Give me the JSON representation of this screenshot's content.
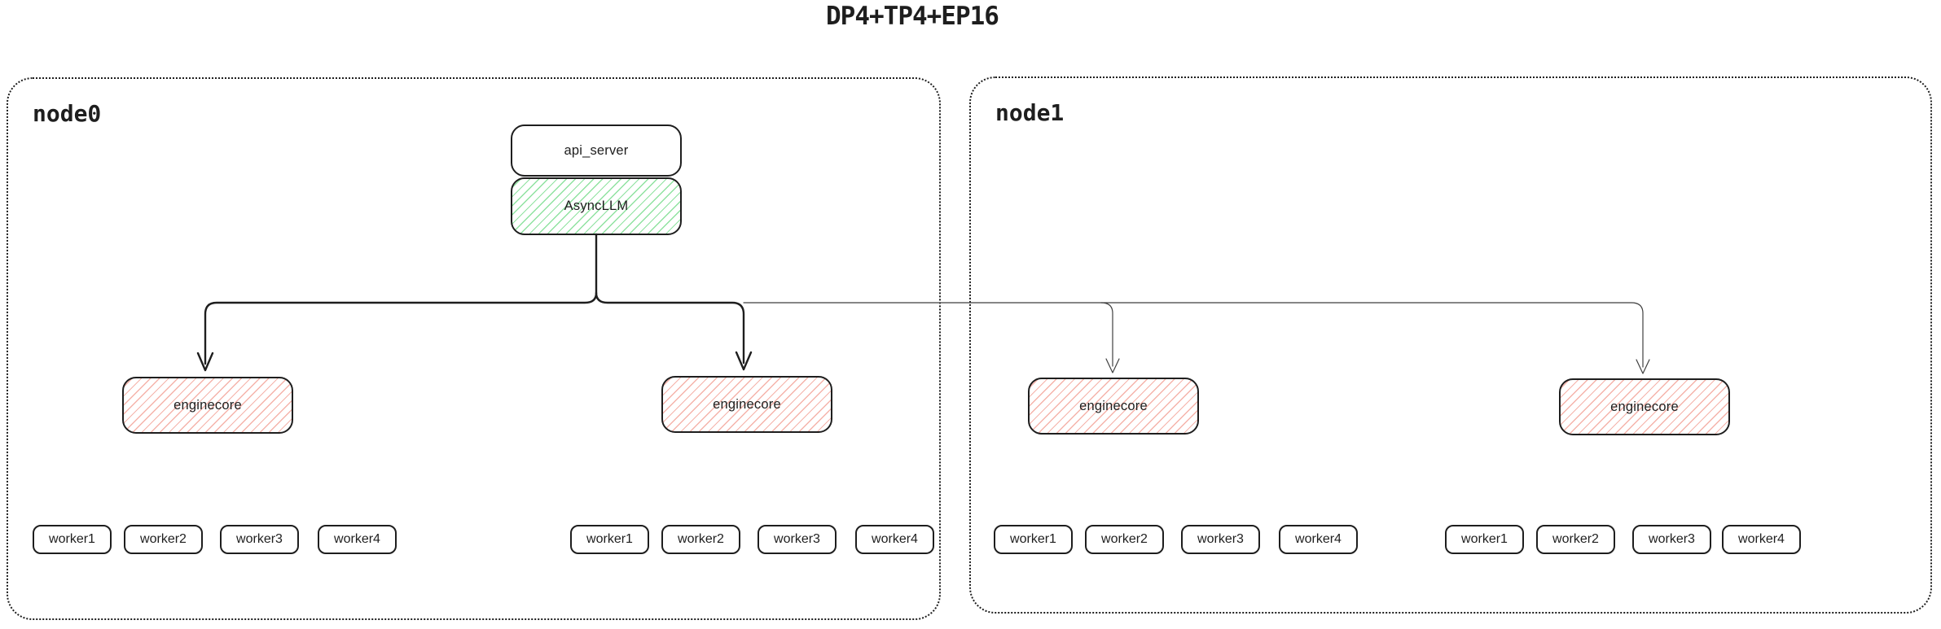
{
  "title": "DP4+TP4+EP16",
  "colors": {
    "stroke": "#1e1e1e",
    "green_hatch": "#8fe2a0",
    "red_hatch": "#f5b3aa"
  },
  "nodes": [
    {
      "label": "node0",
      "api_server": {
        "label": "api_server"
      },
      "asyncllm": {
        "label": "AsyncLLM"
      },
      "enginecores": [
        {
          "label": "enginecore",
          "workers": [
            "worker1",
            "worker2",
            "worker3",
            "worker4"
          ]
        },
        {
          "label": "enginecore",
          "workers": [
            "worker1",
            "worker2",
            "worker3",
            "worker4"
          ]
        }
      ]
    },
    {
      "label": "node1",
      "enginecores": [
        {
          "label": "enginecore",
          "workers": [
            "worker1",
            "worker2",
            "worker3",
            "worker4"
          ]
        },
        {
          "label": "enginecore",
          "workers": [
            "worker1",
            "worker2",
            "worker3",
            "worker4"
          ]
        }
      ]
    }
  ]
}
